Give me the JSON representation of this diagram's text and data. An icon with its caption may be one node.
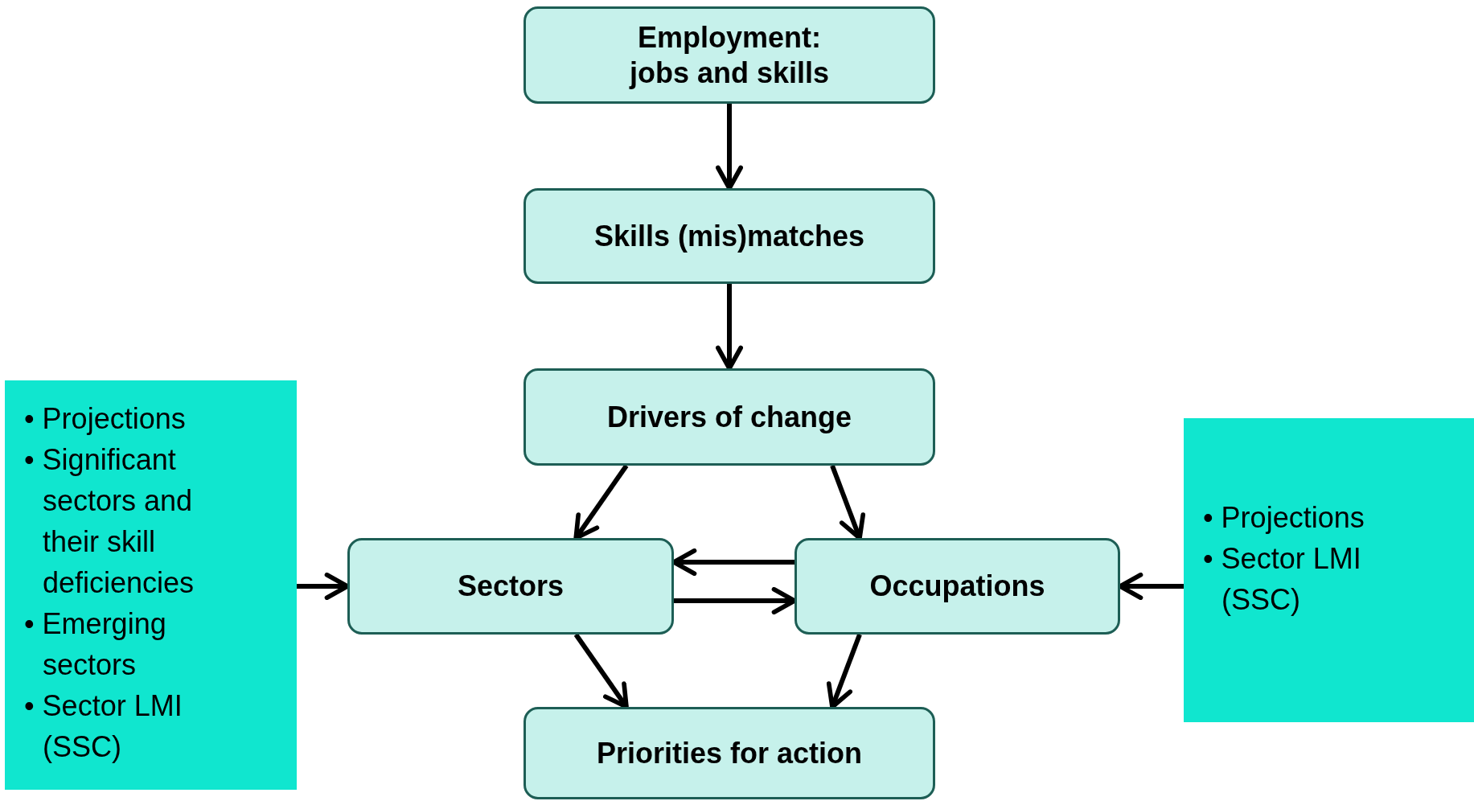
{
  "diagram": {
    "nodes": [
      {
        "text": [
          "Employment: jobs and skills"
        ]
      },
      {
        "text": [
          "Skills (mis)matches"
        ]
      },
      {
        "text": [
          "Drivers of change"
        ]
      },
      {
        "text": [
          "Sectors"
        ]
      },
      {
        "text": [
          "Occupations"
        ]
      },
      {
        "text": [
          "Priorities for action"
        ]
      },
      {
        "text": [
          "• Projections",
          "• Significant sectors and their skill deficiencies",
          "• Emerging sectors",
          "• Sector LMI (SSC)"
        ]
      },
      {
        "text": [
          "• Projections",
          "• Sector LMI (SSC)"
        ]
      }
    ],
    "edges": [
      {
        "from": 0,
        "to": 1,
        "arrow": "to"
      },
      {
        "from": 1,
        "to": 2,
        "arrow": "to"
      },
      {
        "from": 2,
        "to": 3,
        "arrow": "to"
      },
      {
        "from": 2,
        "to": 4,
        "arrow": "to"
      },
      {
        "from": 4,
        "to": 3,
        "arrow": "to"
      },
      {
        "from": 3,
        "to": 4,
        "arrow": "to"
      },
      {
        "from": 3,
        "to": 5,
        "arrow": "to"
      },
      {
        "from": 4,
        "to": 5,
        "arrow": "to"
      },
      {
        "from": 6,
        "to": 3,
        "arrow": "to"
      },
      {
        "from": 7,
        "to": 4,
        "arrow": "to"
      }
    ]
  }
}
